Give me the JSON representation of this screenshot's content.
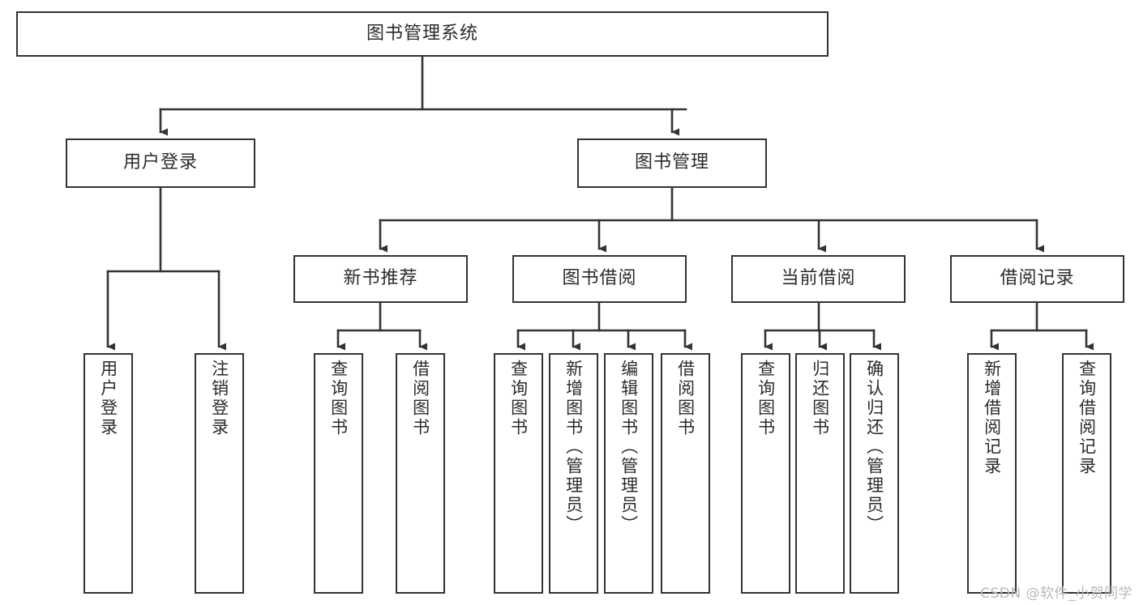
{
  "diagram": {
    "type": "tree-hierarchy",
    "title": "图书管理系统",
    "orientation": "top-down",
    "colors": {
      "box_border": "#333333",
      "box_fill": "#ffffff",
      "edge": "#333333",
      "text": "#2b2b2b",
      "watermark": "#b9b9b9",
      "background": "#ffffff"
    },
    "nodes": {
      "root": {
        "label": "图书管理系统"
      },
      "level2": [
        {
          "id": "user-login",
          "label": "用户登录"
        },
        {
          "id": "book-management",
          "label": "图书管理"
        }
      ],
      "level3": [
        {
          "id": "new-book-recommend",
          "label": "新书推荐"
        },
        {
          "id": "book-borrow",
          "label": "图书借阅"
        },
        {
          "id": "current-borrow",
          "label": "当前借阅"
        },
        {
          "id": "borrow-record",
          "label": "借阅记录"
        }
      ],
      "leaves": {
        "user-login": [
          {
            "id": "leaf-user-login",
            "label": "用户登录"
          },
          {
            "id": "leaf-logout",
            "label": "注销登录"
          }
        ],
        "new-book-recommend": [
          {
            "id": "leaf-query-book-1",
            "label": "查询图书"
          },
          {
            "id": "leaf-borrow-book-1",
            "label": "借阅图书"
          }
        ],
        "book-borrow": [
          {
            "id": "leaf-query-book-2",
            "label": "查询图书"
          },
          {
            "id": "leaf-add-book-admin",
            "label": "新增图书（管理员）"
          },
          {
            "id": "leaf-edit-book-admin",
            "label": "编辑图书（管理员）"
          },
          {
            "id": "leaf-borrow-book-2",
            "label": "借阅图书"
          }
        ],
        "current-borrow": [
          {
            "id": "leaf-query-book-3",
            "label": "查询图书"
          },
          {
            "id": "leaf-return-book",
            "label": "归还图书"
          },
          {
            "id": "leaf-confirm-return-admin",
            "label": "确认归还（管理员）"
          }
        ],
        "borrow-record": [
          {
            "id": "leaf-add-borrow-record",
            "label": "新增借阅记录"
          },
          {
            "id": "leaf-query-borrow-record",
            "label": "查询借阅记录"
          }
        ]
      }
    },
    "watermark": "CSDN @软件_小贺同学"
  }
}
